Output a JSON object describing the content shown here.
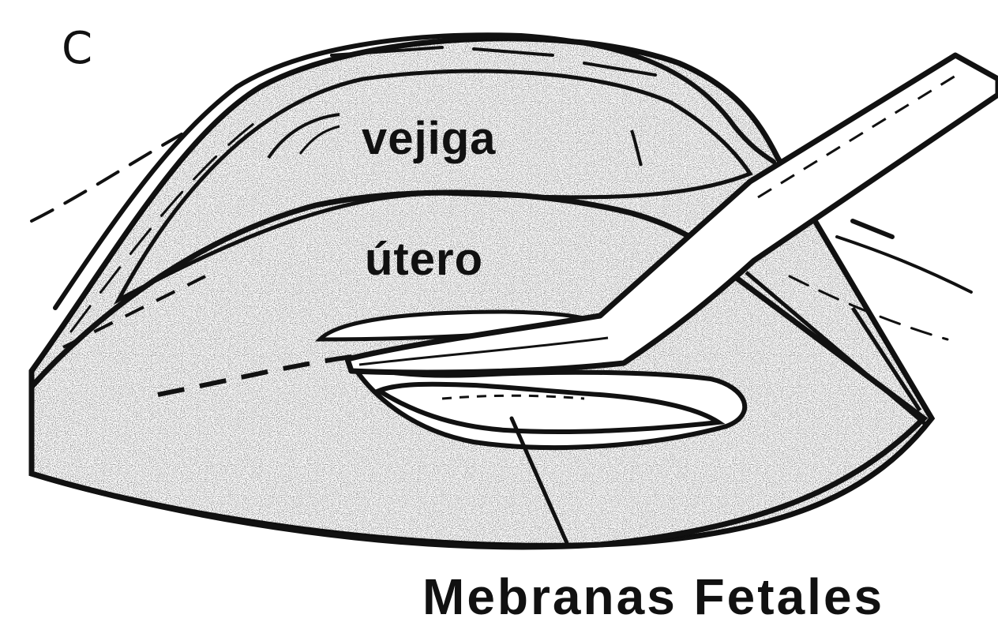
{
  "figure": {
    "panel_letter": "C",
    "labels": {
      "bladder": "vejiga",
      "uterus": "útero",
      "membranes": "Mebranas Fetales"
    }
  },
  "colors": {
    "ink": "#111111",
    "paper": "#ffffff",
    "stipple": "#2a2a2a"
  }
}
